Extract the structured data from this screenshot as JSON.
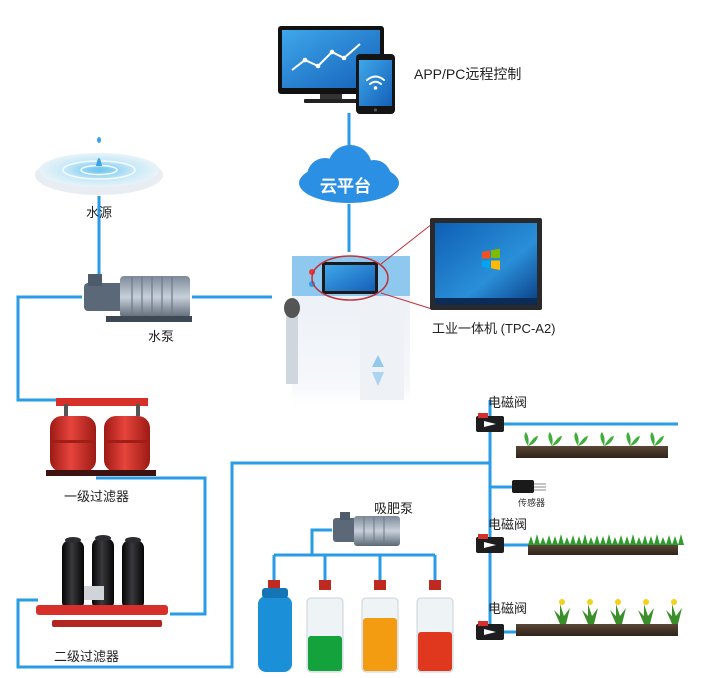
{
  "labels": {
    "remote": "APP/PC远程控制",
    "cloud": "云平台",
    "water_source": "水源",
    "pump": "水泵",
    "panel_pc": "工业一体机 (TPC-A2)",
    "filter1": "一级过滤器",
    "filter2": "二级过滤器",
    "fert_pump": "吸肥泵",
    "valve1": "电磁阀",
    "valve2": "电磁阀",
    "valve3": "电磁阀",
    "sensor": "传感器"
  },
  "colors": {
    "pipe": "#2a9be6",
    "cloud": "#2b8fe3",
    "tank_blue": "#1b8fd8",
    "tank_green": "#14a23c",
    "tank_orange": "#f39c12",
    "tank_red": "#e0381f",
    "filter_red": "#d7302a",
    "filter_black": "#1c1c1e"
  },
  "icons": [
    "monitor-icon",
    "tablet-icon",
    "wifi-icon",
    "cloud-icon",
    "water-ripple-icon",
    "pump-icon",
    "cabinet-icon",
    "panel-pc-icon",
    "valve-icon",
    "sensor-icon",
    "plant-icon",
    "tank-icon"
  ]
}
